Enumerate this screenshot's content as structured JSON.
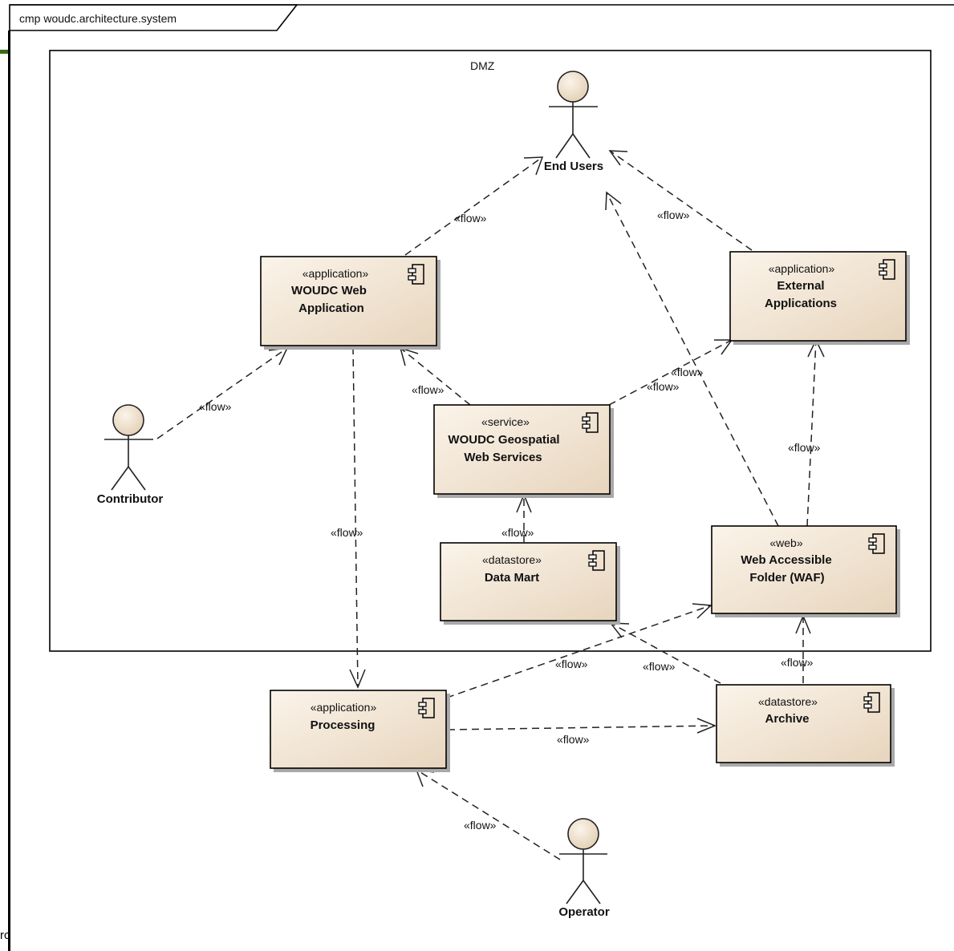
{
  "frame": {
    "title": "cmp woudc.architecture.system"
  },
  "boundary": {
    "label": "DMZ"
  },
  "actors": {
    "end_users": "End Users",
    "contributor": "Contributor",
    "operator": "Operator"
  },
  "components": {
    "woudc_web_app": {
      "stereotype": "«application»",
      "line1": "WOUDC Web",
      "line2": "Application"
    },
    "external_apps": {
      "stereotype": "«application»",
      "line1": "External",
      "line2": "Applications"
    },
    "geospatial": {
      "stereotype": "«service»",
      "line1": "WOUDC Geospatial",
      "line2": "Web Services"
    },
    "data_mart": {
      "stereotype": "«datastore»",
      "line1": "Data Mart"
    },
    "waf": {
      "stereotype": "«web»",
      "line1": "Web Accessible",
      "line2": "Folder (WAF)"
    },
    "processing": {
      "stereotype": "«application»",
      "line1": "Processing"
    },
    "archive": {
      "stereotype": "«datastore»",
      "line1": "Archive"
    }
  },
  "connector_label": "«flow»",
  "corner_text": "rc"
}
